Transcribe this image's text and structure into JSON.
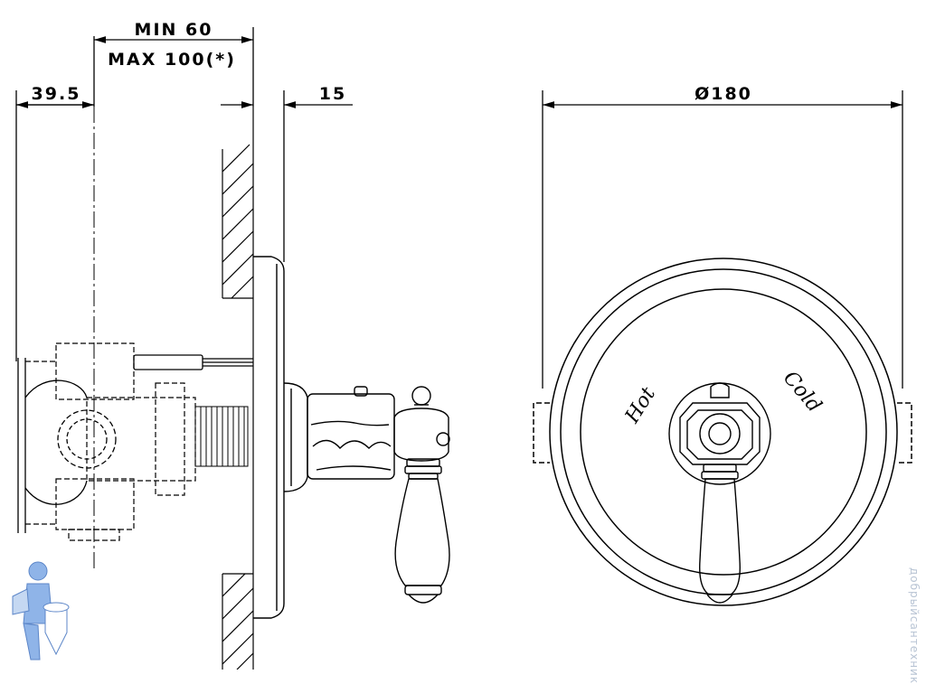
{
  "dimensions": {
    "min": "MIN 60",
    "max": "MAX 100(*)",
    "left_offset": "39.5",
    "plate_depth": "15",
    "diameter": "Ø180"
  },
  "handle_labels": {
    "hot": "Hot",
    "cold": "Cold"
  },
  "watermark": {
    "text": "добрыйсантехник"
  },
  "colors": {
    "line": "#000000",
    "background": "#ffffff",
    "watermark": "#b8c4d4"
  }
}
